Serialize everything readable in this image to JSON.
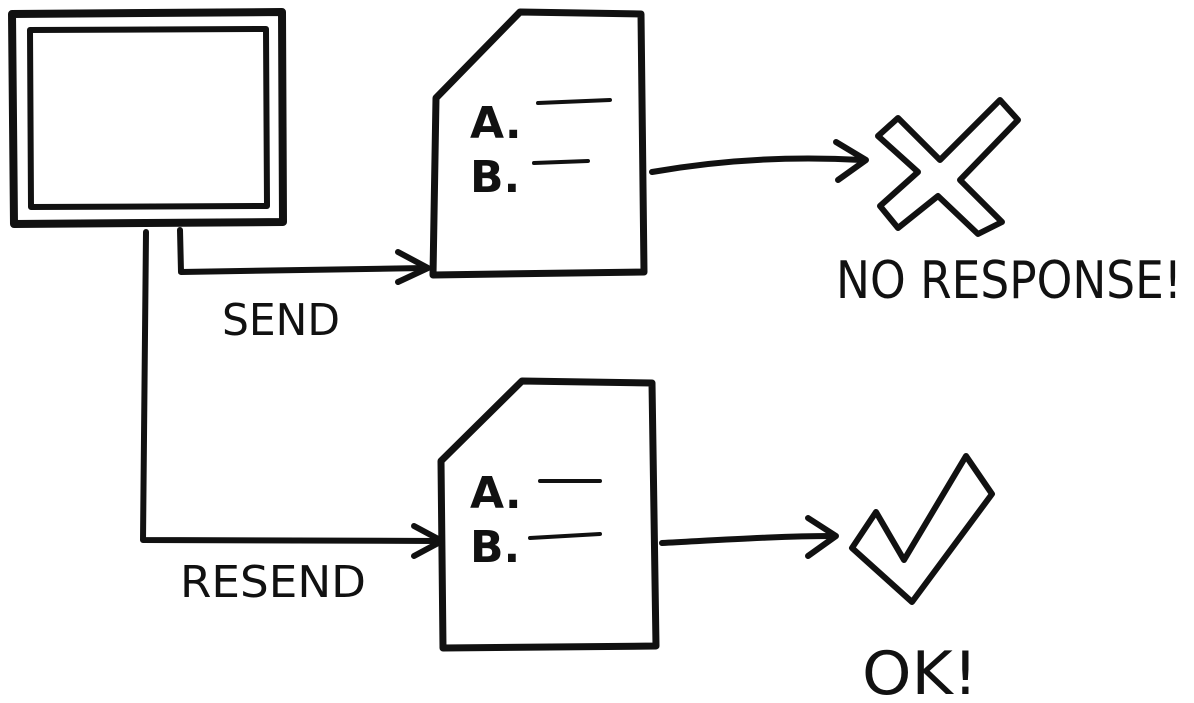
{
  "colors": {
    "ink": "#111111",
    "paper": "#ffffff"
  },
  "top_flow": {
    "arrow_label": "SEND",
    "document": {
      "line_a_marker": "A.",
      "line_b_marker": "B.",
      "icon": "document-icon"
    },
    "result": {
      "icon": "cross-icon",
      "label": "NO RESPONSE!"
    }
  },
  "bottom_flow": {
    "arrow_label": "RESEND",
    "document": {
      "line_a_marker": "A.",
      "line_b_marker": "B.",
      "icon": "document-icon"
    },
    "result": {
      "icon": "checkmark-icon",
      "label": "OK!"
    }
  },
  "source": {
    "icon": "monitor-icon"
  }
}
